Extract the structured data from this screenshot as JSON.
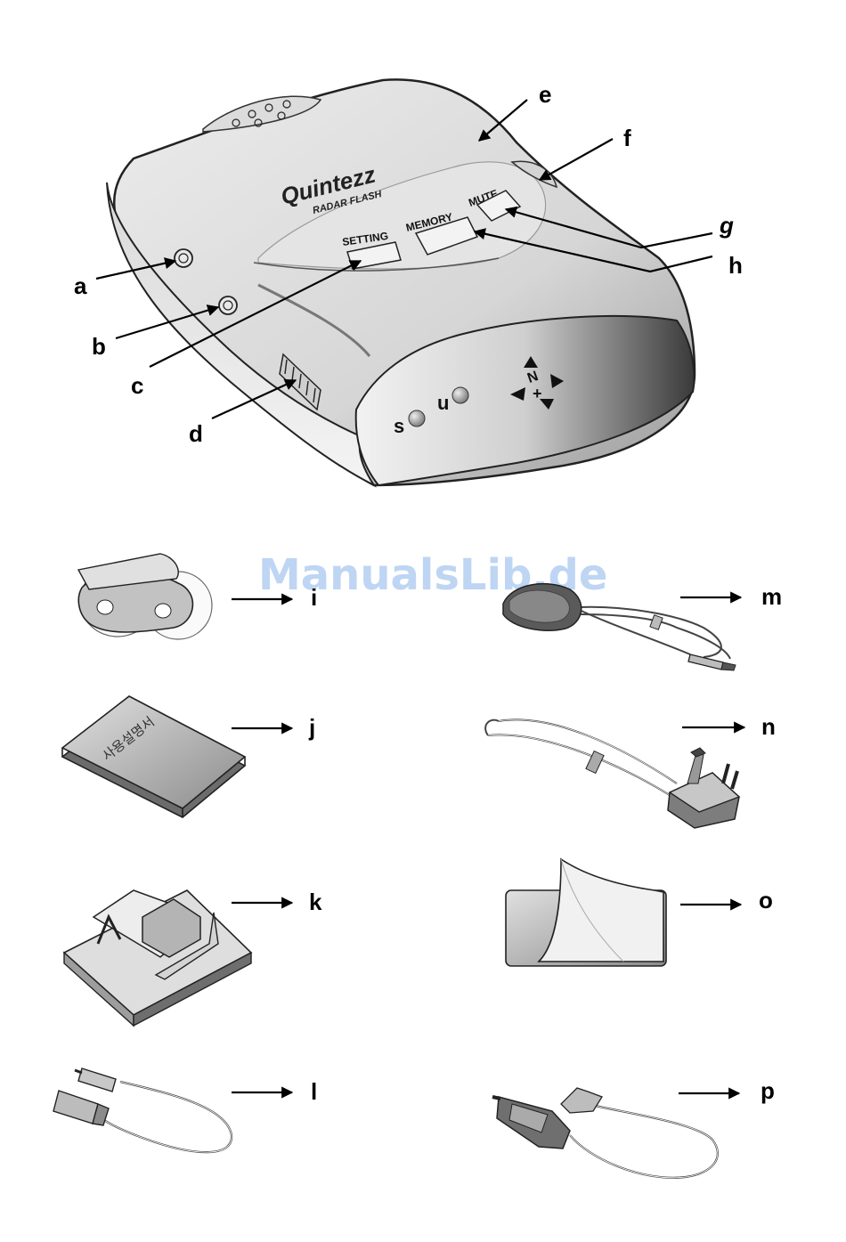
{
  "watermark": "ManualsLib.de",
  "device": {
    "brand": "Quintezz",
    "model": "RADAR FLASH",
    "buttons": {
      "setting": "SETTING",
      "memory": "MEMORY",
      "mute": "MUTE"
    },
    "leds": {
      "s": "s",
      "u": "u"
    },
    "compass_letter": "N"
  },
  "callouts": {
    "a": "a",
    "b": "b",
    "c": "c",
    "d": "d",
    "e": "e",
    "f": "f",
    "g": "g",
    "h": "h"
  },
  "accessories": {
    "i": "i",
    "j": "j",
    "k": "k",
    "l": "l",
    "m": "m",
    "n": "n",
    "o": "o",
    "p": "p"
  },
  "manual_book_text": "사용설명서"
}
